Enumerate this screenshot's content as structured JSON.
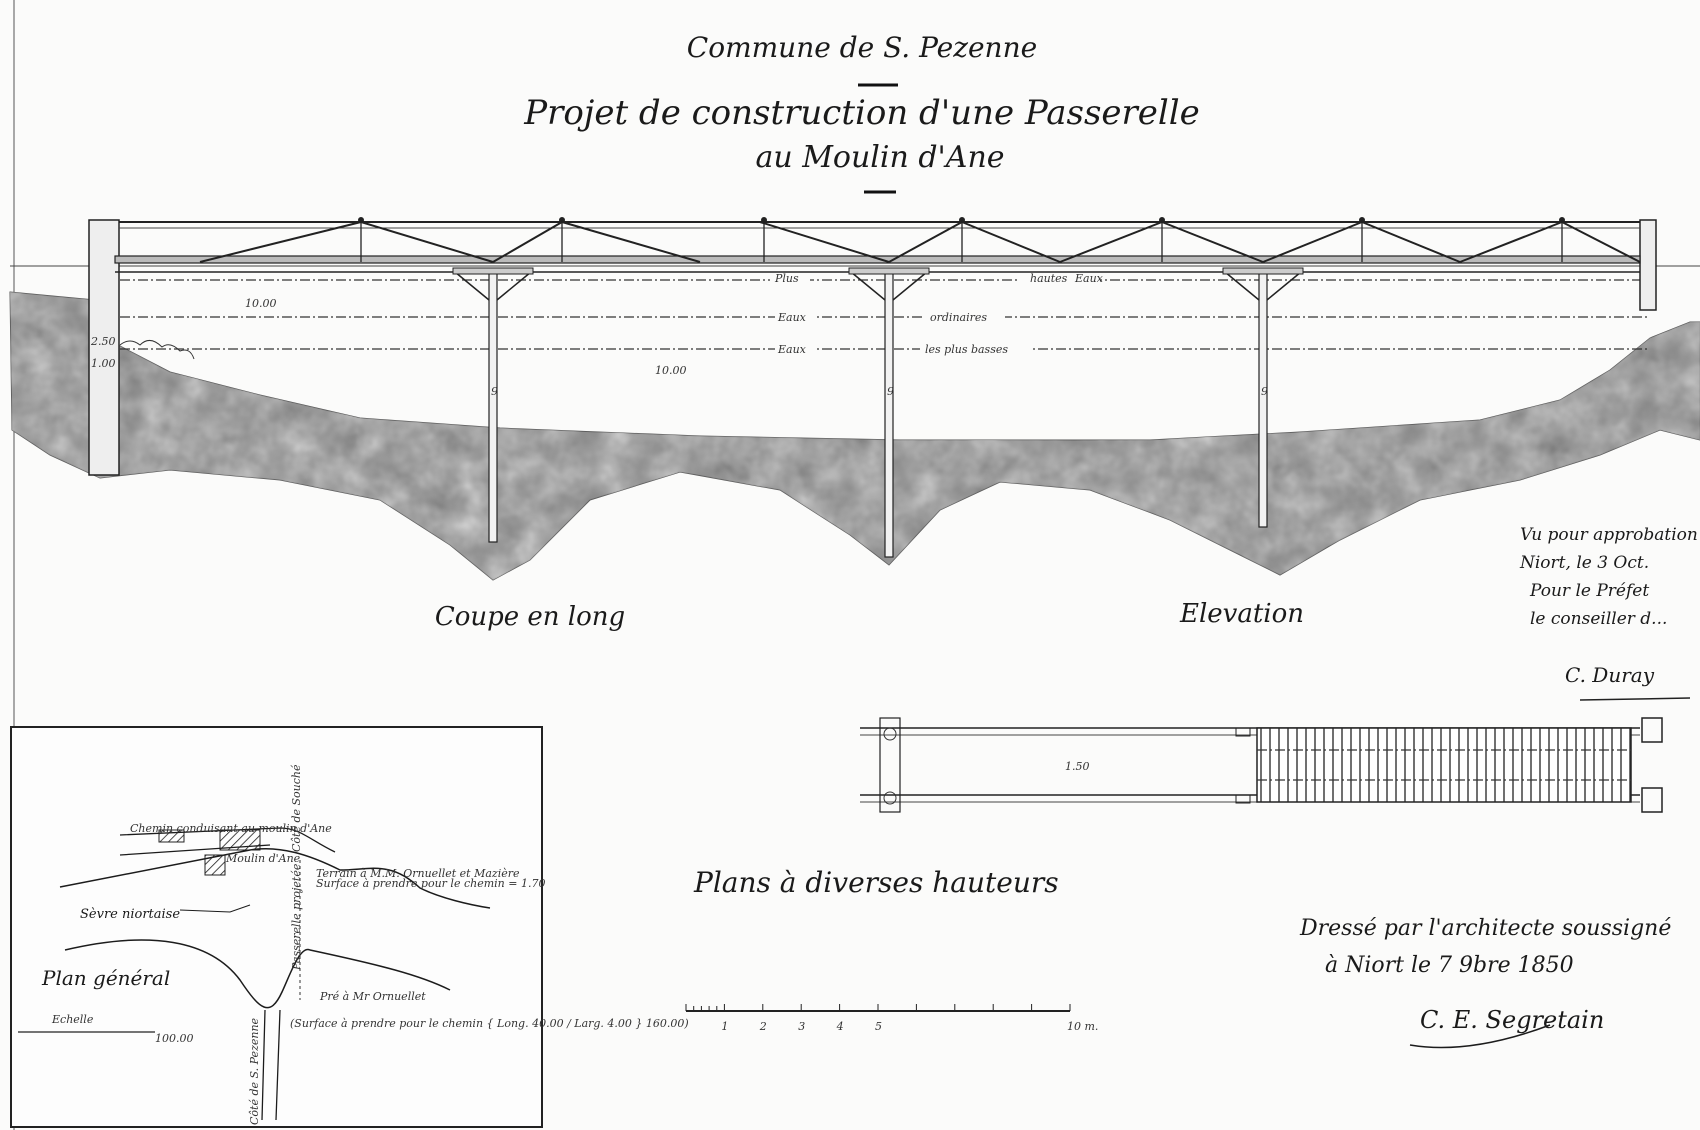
{
  "header": {
    "commune": "Commune de S. Pezenne",
    "title_line1": "Projet de construction d'une Passerelle",
    "title_line2": "au Moulin d'Ane"
  },
  "elevation": {
    "water_high": [
      "Plus",
      "hautes",
      "Eaux"
    ],
    "water_ordinary": [
      "Eaux",
      "ordinaires"
    ],
    "water_low": [
      "Eaux",
      "les plus basses"
    ],
    "span_label_1": "10.00",
    "span_label_2": "10.00",
    "abutment_dims": [
      "2.50",
      "1.00"
    ],
    "pier_marks": [
      "9",
      "9",
      "9"
    ],
    "section_label": "Coupe en long",
    "elevation_label": "Elevation"
  },
  "plan_levels": {
    "label": "Plans à diverses hauteurs",
    "deck_mark": "1.50"
  },
  "scale_bar": {
    "ticks": [
      "1",
      "2",
      "3",
      "4",
      "5",
      "10 m."
    ]
  },
  "general_plan": {
    "title": "Plan général",
    "river": "Sèvre niortaise",
    "road_top": "Chemin conduisant au moulin d'Ane",
    "mill": "Moulin d'Ane",
    "side_label": "Côté de Souché",
    "bottom_side_label": "Côté de S. Pezenne",
    "passerelle_label": "Passerelle projetée",
    "owner_1_line1": "Terrain à M.M. Ornuellet et Mazière",
    "owner_1_line2": "Surface à prendre pour le chemin = 1.70",
    "owner_2_line1": "Pré à Mr Ornuellet",
    "owner_2_line2": "(Surface à prendre pour le chemin { Long. 40.00 / Larg. 4.00 } 160.00)",
    "scale_label": "Echelle",
    "scale_end": "100.00"
  },
  "approval": {
    "lines": [
      "Vu pour approbation",
      "Niort, le 3 Oct.",
      "Pour le Préfet",
      "le conseiller d..."
    ],
    "signature": "C. Duray"
  },
  "author": {
    "line1": "Dressé par l'architecte soussigné",
    "line2": "à Niort le 7 9bre 1850",
    "signature": "C. E. Segretain"
  },
  "colors": {
    "ink": "#1c1c1c",
    "paper": "#fbfbfa",
    "ground": "#6d6d6d"
  }
}
